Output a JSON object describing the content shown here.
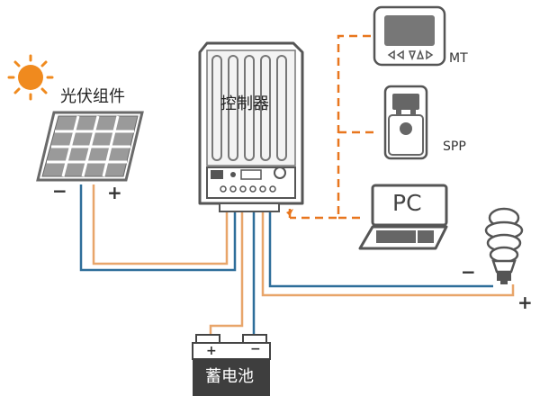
{
  "labels": {
    "solar_panel": "光伏组件",
    "controller": "控制器",
    "battery": "蓄电池",
    "mt": "MT",
    "spp": "SPP",
    "pc": "PC",
    "minus": "−",
    "plus": "+"
  },
  "colors": {
    "positive_wire": "#E8A56A",
    "negative_wire": "#2E6E9A",
    "comm_dash": "#E8761E",
    "sun": "#F08A1E",
    "device_gray": "#555555",
    "battery_dark": "#3E3E3E"
  },
  "icons": [
    "sun-icon",
    "solar-panel-icon",
    "controller-icon",
    "battery-icon",
    "mt-meter-icon",
    "spp-device-icon",
    "laptop-icon",
    "light-bulb-icon"
  ]
}
